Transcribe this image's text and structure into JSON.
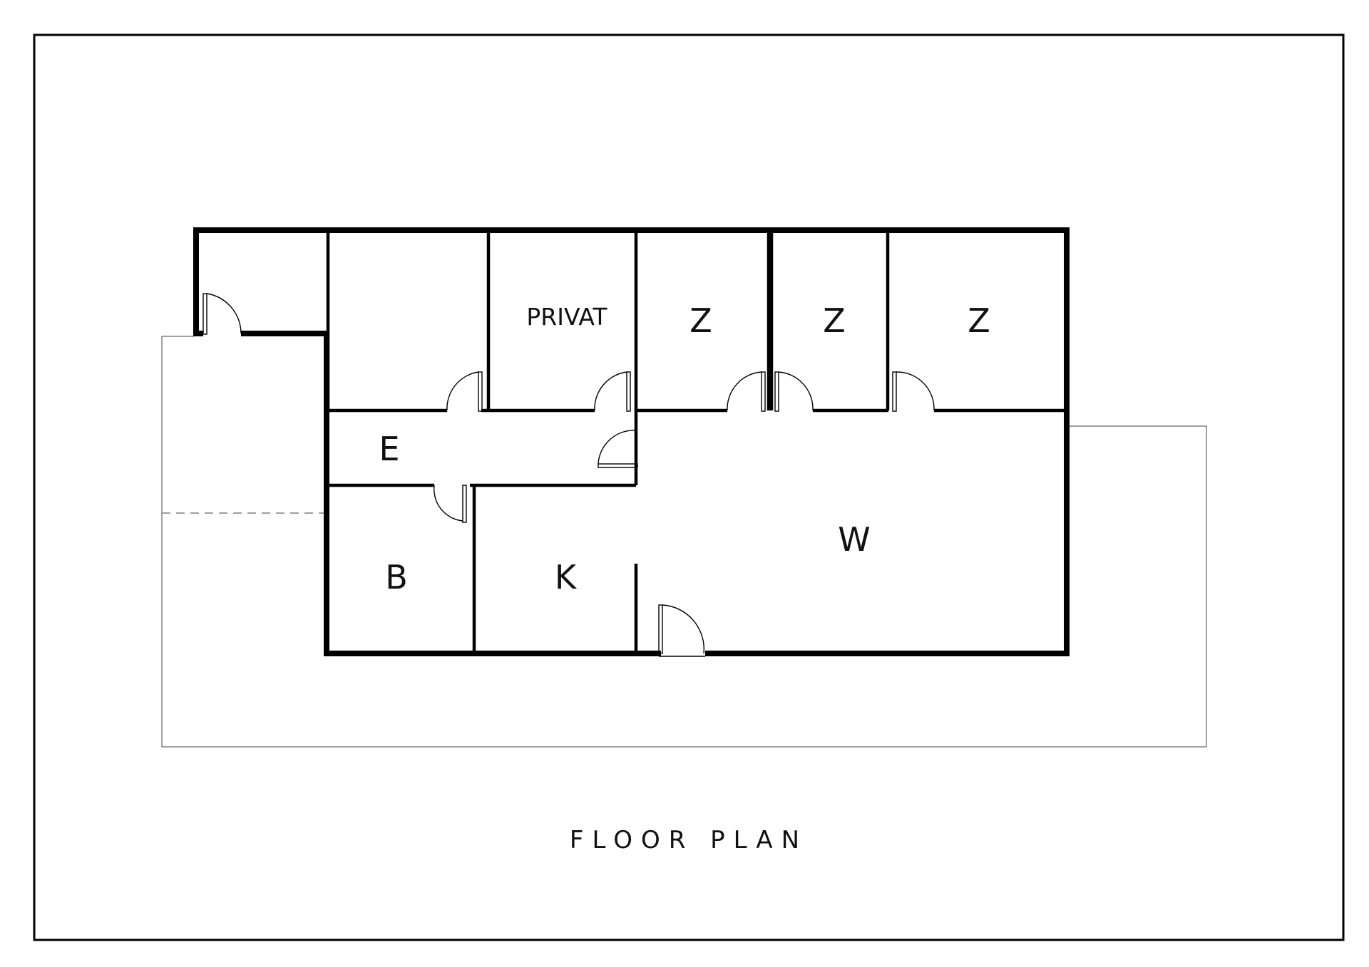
{
  "title": "FLOOR PLAN",
  "rooms": {
    "privat": "PRIVAT",
    "z1": "Z",
    "z2": "Z",
    "z3": "Z",
    "e": "E",
    "w": "W",
    "b": "B",
    "k": "K"
  },
  "colors": {
    "wall": "#000000",
    "line": "#555555",
    "background": "#ffffff"
  }
}
